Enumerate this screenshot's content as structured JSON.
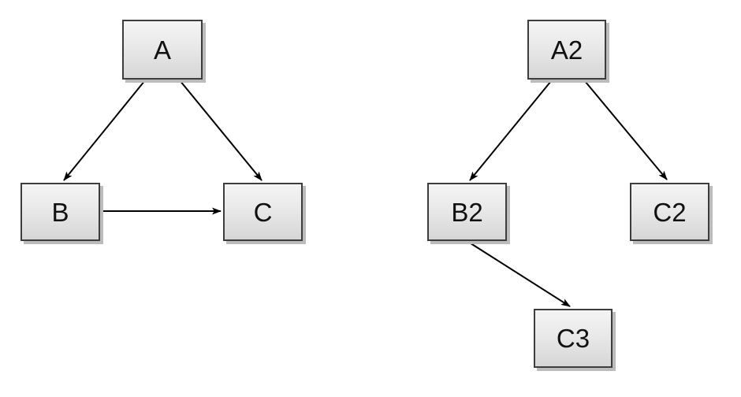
{
  "canvas": {
    "background": "#ffffff"
  },
  "styles": {
    "node_border_color": "#3d3d3d",
    "node_fill_top": "#f4f4f4",
    "node_fill_bottom": "#d6d6d6",
    "node_shadow_color": "#bcbcbc",
    "arrow_color": "#000000",
    "label_color": "#111111"
  },
  "diagrams": [
    {
      "id": "left-graph",
      "nodes": [
        {
          "id": "A",
          "label": "A"
        },
        {
          "id": "B",
          "label": "B"
        },
        {
          "id": "C",
          "label": "C"
        }
      ],
      "edges": [
        {
          "from": "A",
          "to": "B"
        },
        {
          "from": "A",
          "to": "C"
        },
        {
          "from": "B",
          "to": "C"
        }
      ]
    },
    {
      "id": "right-graph",
      "nodes": [
        {
          "id": "A2",
          "label": "A2"
        },
        {
          "id": "B2",
          "label": "B2"
        },
        {
          "id": "C2",
          "label": "C2"
        },
        {
          "id": "C3",
          "label": "C3"
        }
      ],
      "edges": [
        {
          "from": "A2",
          "to": "B2"
        },
        {
          "from": "A2",
          "to": "C2"
        },
        {
          "from": "B2",
          "to": "C3"
        }
      ]
    }
  ]
}
